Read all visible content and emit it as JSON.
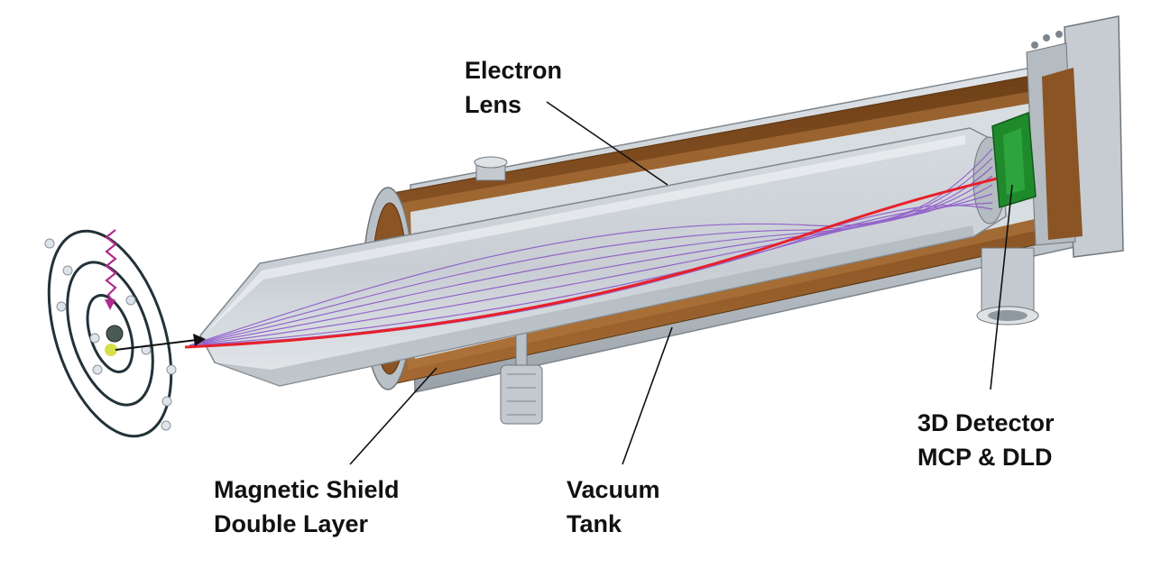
{
  "labels": {
    "electron_lens": [
      "Electron",
      "Lens"
    ],
    "detector": [
      "3D Detector",
      "MCP & DLD"
    ],
    "magnetic_shield": [
      "Magnetic Shield",
      "Double Layer"
    ],
    "vacuum_tank": [
      "Vacuum",
      "Tank"
    ]
  },
  "colors": {
    "steel": "#c3c9ce",
    "steel_dark": "#8f989f",
    "shield": "#8a5424",
    "trajectory": "#8a52c8",
    "main_trajectory": "#e8202a",
    "detector": "#1f8a2c",
    "photon": "#b02a8c"
  }
}
